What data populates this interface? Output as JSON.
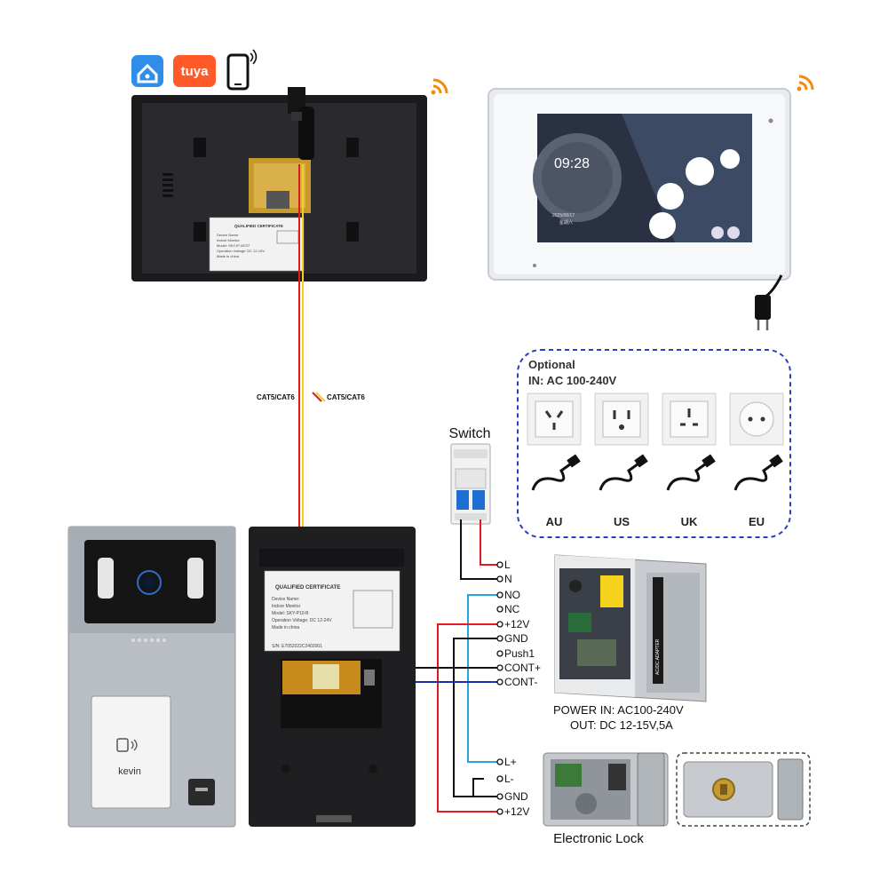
{
  "apps": {
    "smart_home_icon": "home-app-icon",
    "tuya_label": "tuya",
    "phone_icon": "smartphone-icon"
  },
  "indoor_monitor_back": {
    "label_title": "QUALIFIED CERTIFICATE",
    "label_lines": [
      "Device Name:",
      "Indoor Monitor",
      "Model: SKY-IP-M707",
      "Operation Voltage: DC 12-15V",
      "Made in china"
    ]
  },
  "indoor_monitor_front": {
    "time": "09:28",
    "date": "2025/08/17",
    "weekday": "星期六"
  },
  "cable_labels": [
    "CAT5/CAT6",
    "CAT5/CAT6"
  ],
  "switch": {
    "title": "Switch"
  },
  "optional_box": {
    "line1": "Optional",
    "line2": "IN: AC 100-240V",
    "plugs": [
      "AU",
      "US",
      "UK",
      "EU"
    ]
  },
  "door_station": {
    "brand": "kevin"
  },
  "door_station_back": {
    "label_title": "QUALIFIED CERTIFICATE",
    "label_lines": [
      "Device Name:",
      "Indoor Monitor",
      "Model: SKY-P10-B",
      "Operation Voltage: DC 12-24V",
      "Made in china"
    ],
    "serial": "S/N: E7052022C2402001"
  },
  "terminals": {
    "switch": [
      "L",
      "N"
    ],
    "power": [
      "NO",
      "NC",
      "+12V",
      "GND",
      "Push1",
      "CONT+",
      "CONT-"
    ],
    "lock": [
      "L+",
      "L-",
      "GND",
      "+12V"
    ]
  },
  "power_supply": {
    "line1": "POWER  IN: AC100-240V",
    "line2": "OUT: DC 12-15V,5A",
    "case_label": "AC/DC ADAPTER"
  },
  "lock": {
    "title": "Electronic Lock"
  },
  "colors": {
    "red_wire": "#e11b1b",
    "black_wire": "#111111",
    "blue_wire": "#2aa4e0",
    "dark_blue_wire": "#1a2fa8",
    "yellow_wire": "#f2d21a",
    "dash_border": "#2a3fc4",
    "device_black": "#1f1f22",
    "device_silver": "#b7bcc2"
  }
}
